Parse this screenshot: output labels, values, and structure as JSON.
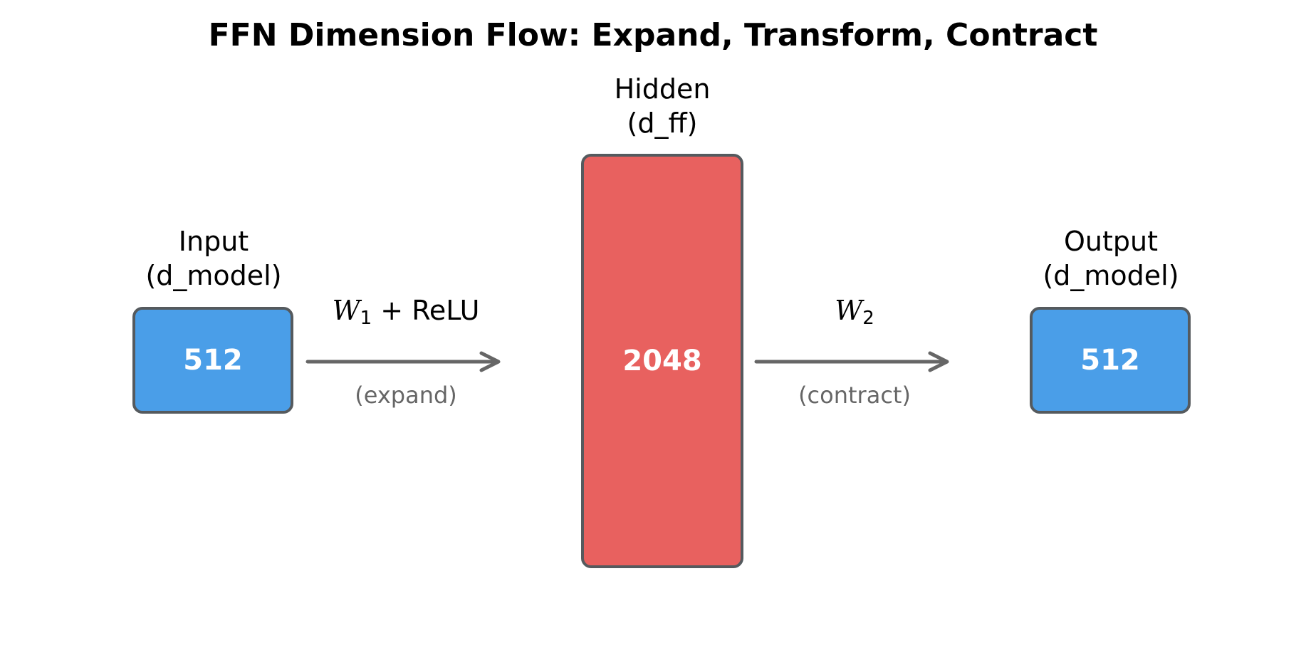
{
  "title": "FFN Dimension Flow: Expand, Transform, Contract",
  "colors": {
    "input_box": "#4a9ee8",
    "hidden_box": "#e8615f",
    "output_box": "#4a9ee8",
    "border": "#555a5e",
    "arrow": "#666666",
    "note_text": "#666666"
  },
  "nodes": {
    "input": {
      "label_line1": "Input",
      "label_line2": "(d_model)",
      "value": "512"
    },
    "hidden": {
      "label_line1": "Hidden",
      "label_line2": "(d_ff)",
      "value": "2048"
    },
    "output": {
      "label_line1": "Output",
      "label_line2": "(d_model)",
      "value": "512"
    }
  },
  "edges": {
    "expand": {
      "weight": "W",
      "subscript": "1",
      "suffix": " + ReLU",
      "note": "(expand)"
    },
    "contract": {
      "weight": "W",
      "subscript": "2",
      "suffix": "",
      "note": "(contract)"
    }
  }
}
